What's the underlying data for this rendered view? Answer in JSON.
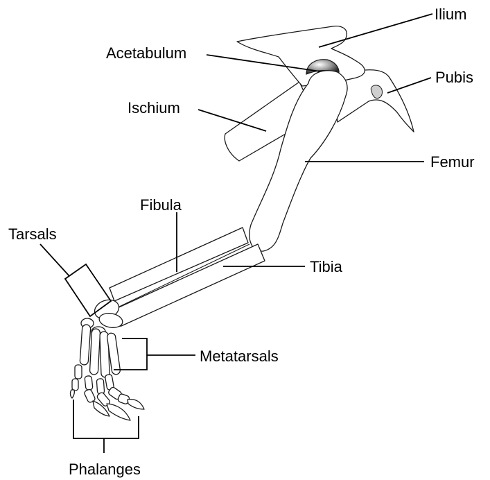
{
  "labels": {
    "ilium": "Ilium",
    "acetabulum": "Acetabulum",
    "pubis": "Pubis",
    "ischium": "Ischium",
    "femur": "Femur",
    "fibula": "Fibula",
    "tarsals": "Tarsals",
    "tibia": "Tibia",
    "metatarsals": "Metatarsals",
    "phalanges": "Phalanges"
  }
}
